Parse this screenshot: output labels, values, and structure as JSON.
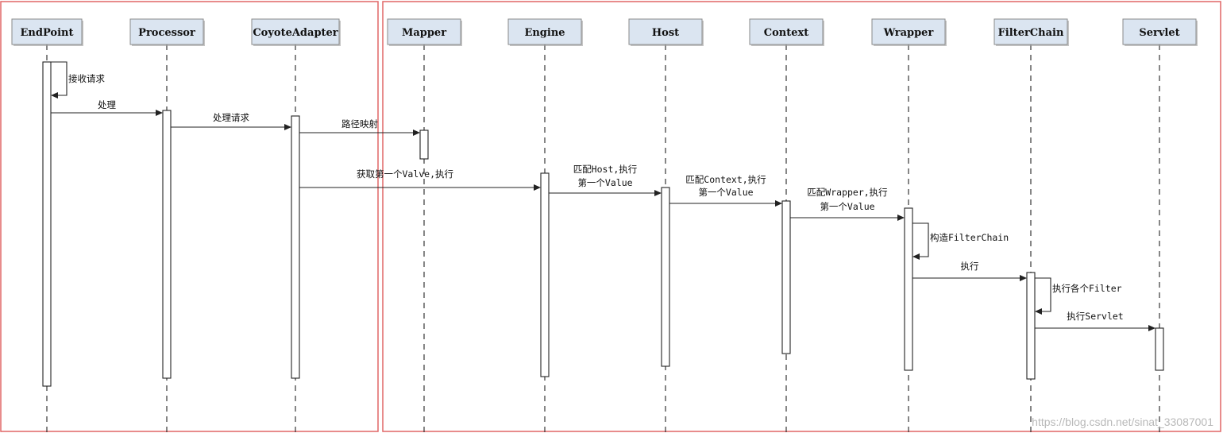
{
  "colors": {
    "frame": "#e06666",
    "actor_fill": "#dbe5f1",
    "actor_border": "#8a8a8a",
    "line": "#222222",
    "activation_fill": "#ffffff",
    "watermark": "#b9b9b9"
  },
  "actors": [
    "EndPoint",
    "Processor",
    "CoyoteAdapter",
    "Mapper",
    "Engine",
    "Host",
    "Context",
    "Wrapper",
    "FilterChain",
    "Servlet"
  ],
  "messages": [
    {
      "from": 0,
      "to": 0,
      "self": true,
      "label": [
        "接收请求"
      ]
    },
    {
      "from": 0,
      "to": 1,
      "label": [
        "处理"
      ]
    },
    {
      "from": 1,
      "to": 2,
      "label": [
        "处理请求"
      ]
    },
    {
      "from": 2,
      "to": 3,
      "label": [
        "路径映射"
      ]
    },
    {
      "from": 2,
      "to": 4,
      "label": [
        "获取第一个Valve,执行"
      ]
    },
    {
      "from": 4,
      "to": 5,
      "label": [
        "匹配Host,执行",
        "第一个Value"
      ]
    },
    {
      "from": 5,
      "to": 6,
      "label": [
        "匹配Context,执行",
        "第一个Value"
      ]
    },
    {
      "from": 6,
      "to": 7,
      "label": [
        "匹配Wrapper,执行",
        "第一个Value"
      ]
    },
    {
      "from": 7,
      "to": 7,
      "self": true,
      "label": [
        "构造FilterChain"
      ]
    },
    {
      "from": 7,
      "to": 8,
      "label": [
        "执行"
      ]
    },
    {
      "from": 8,
      "to": 8,
      "self": true,
      "label": [
        "执行各个Filter"
      ]
    },
    {
      "from": 8,
      "to": 9,
      "label": [
        "执行Servlet"
      ]
    }
  ],
  "watermark": "https://blog.csdn.net/sinat_33087001"
}
